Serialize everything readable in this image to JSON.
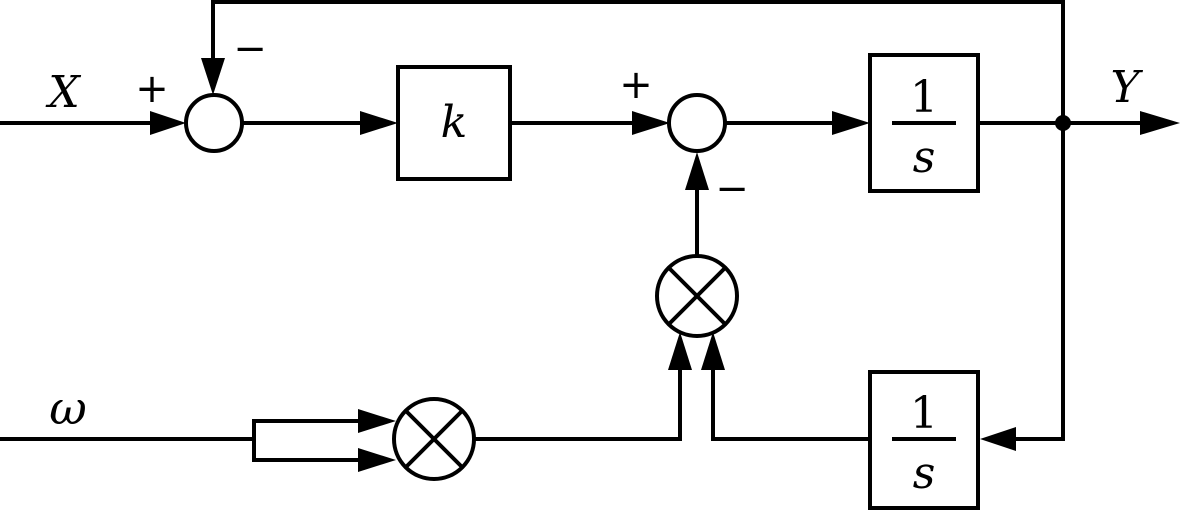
{
  "signals": {
    "input_x": "X",
    "output_y": "Y",
    "input_omega": "ω"
  },
  "blocks": {
    "gain": "k",
    "integrator_top": {
      "numerator": "1",
      "denominator": "s"
    },
    "integrator_bottom": {
      "numerator": "1",
      "denominator": "s"
    }
  },
  "signs": {
    "sum1_input_plus": "+",
    "sum1_feedback_minus": "−",
    "sum2_input_plus": "+",
    "sum2_feedback_minus": "−"
  }
}
